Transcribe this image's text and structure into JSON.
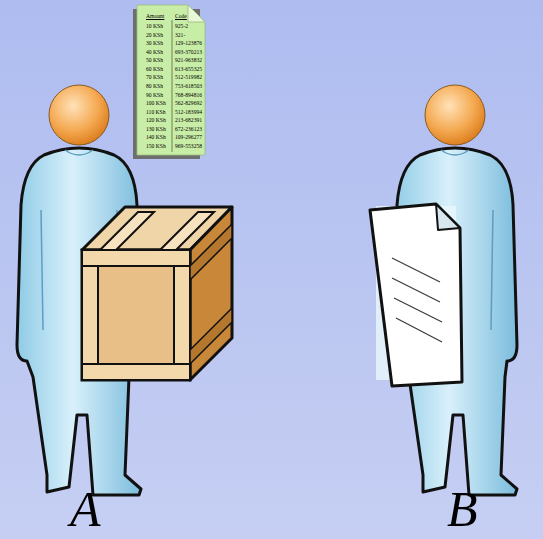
{
  "diagram": {
    "labels": [
      "Amount",
      "Code",
      "10 KSh",
      "925-2",
      "20 KSh",
      "321-",
      "30 KSh",
      "129-123876",
      "40 KSh",
      "693-370213",
      "50 KSh",
      "921-963832",
      "60 KSh",
      "613-655325",
      "70 KSh",
      "512-519982",
      "80 KSh",
      "753-618503",
      "90 KSh",
      "768-894816",
      "100 KSh",
      "562-829692",
      "110 KSh",
      "512-183994",
      "120 KSh",
      "213-682391",
      "130 KSh",
      "672-236123",
      "140 KSh",
      "109-296277",
      "150 KSh",
      "969-553258",
      "A",
      "B"
    ]
  }
}
